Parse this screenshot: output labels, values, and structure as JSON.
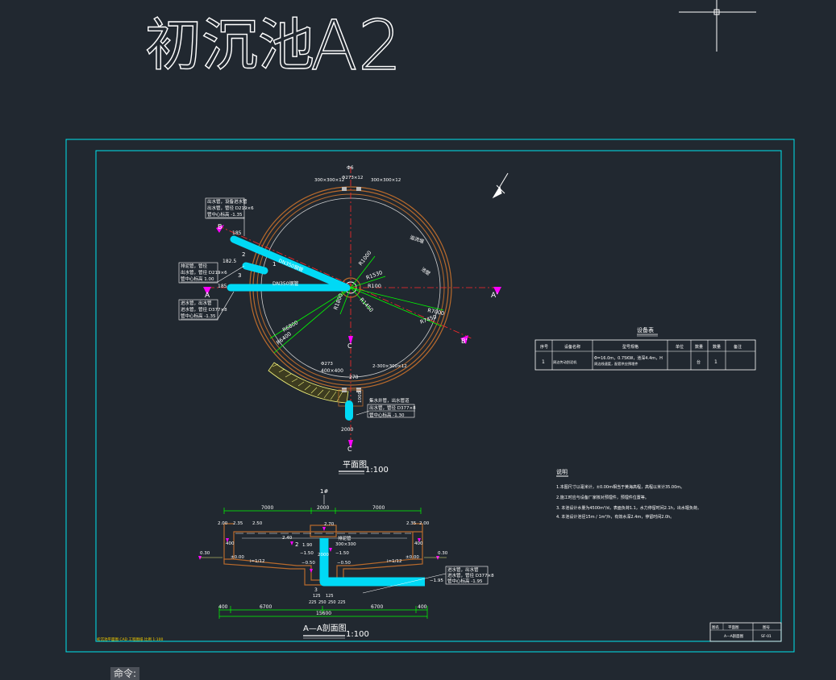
{
  "title": {
    "chinese": "初沉池",
    "code": "A2"
  },
  "plan": {
    "title": "平面图",
    "scale": "1:100",
    "labels": {
      "north_top": "Φ6",
      "north_pipe_a": "Φ273×12",
      "north_box_left": "300×300×12",
      "north_box_right": "300×300×12",
      "r100": "R100",
      "r1000": "R1000",
      "r1450": "R1450",
      "r1530": "R1530",
      "r1800": "R1800",
      "r7000": "R7000",
      "r7450": "R7450",
      "r6800": "R6800",
      "r6400": "R6400",
      "dn_in": "DN350钢管",
      "dn_out": "DN350钢管",
      "inlet_num_1": "1",
      "inlet_num_2": "2",
      "inlet_num_3": "3",
      "dim_185a": "185",
      "dim_1825": "182.5",
      "dim_185b": "185",
      "note_b_line1": "出水管，设备进水管",
      "note_b_line2": "出水管，管径 D219×6",
      "note_b_line3": "管中心标高 -1.35",
      "note_2_line1": "排泥管，管径",
      "note_2_line2": "出水管，管径 D219×6",
      "note_2_line3": "管中心标高 1.00",
      "note_a_line1": "进水管，出水管",
      "note_a_line2": "进水管，管径 D377×8",
      "note_a_line3": "管中心标高 -1.35",
      "section_a": "A",
      "section_a_prime": "A'",
      "section_b": "B",
      "section_b_prime": "B'",
      "section_c": "C",
      "section_c_prime": "C",
      "south_pipe": "Φ273",
      "south_box": "400×400",
      "south_dim": "270",
      "south_right_box": "2-300×300×12",
      "south_note1": "集水井管，出水管道",
      "south_note2": "出水管，管径 D377×8",
      "south_note3": "管中心标高 -1.30",
      "south_dim_v": "1000",
      "south_width": "2000",
      "weir_label": "溢流堰",
      "wall_label": "池壁"
    }
  },
  "section": {
    "title": "A—A剖面图",
    "scale": "1:100",
    "mark_top": "1#",
    "dims_top": [
      "7000",
      "2000",
      "7000"
    ],
    "dims_bottom_total": "15600",
    "dims_bottom": [
      "400",
      "6700",
      "6700",
      "400"
    ],
    "center_dims": [
      "125",
      "125",
      "225",
      "250",
      "250",
      "225"
    ],
    "levels": {
      "left_top": "2.00",
      "left_2": "2.35",
      "left_3": "2.50",
      "right_top": "2.00",
      "right_2": "2.35",
      "lvl_240": "2.40",
      "lvl_190": "1.90",
      "lvl_270": "2.70",
      "lvl_m150a": "−1.50",
      "lvl_m150b": "−1.50",
      "lvl_m050a": "−0.50",
      "lvl_m050b": "−0.50",
      "lvl_000": "±0.00",
      "lvl_030l": "0.30",
      "lvl_030r": "0.30",
      "lvl_000r": "±0.00",
      "lvl_400l": "400",
      "lvl_400r": "400",
      "lvl_m195": "−1.95",
      "slope_l": "i=1/12",
      "slope_r": "i=1/12",
      "center_box": "300×300",
      "center_top": "2000",
      "num_2": "2",
      "num_3": "3"
    },
    "notes": {
      "outlet1": "进水管，出水管",
      "outlet2": "进水管，管径 D377×8",
      "outlet3": "管中心标高 -1.95",
      "top_note": "排泥管"
    }
  },
  "equipment_table": {
    "title": "设备表",
    "headers": [
      "序号",
      "设备名称",
      "型号规格",
      "单位",
      "数量",
      "备注"
    ],
    "rows": [
      {
        "no": "1",
        "name": "周边传动刮泥机",
        "spec1": "Φ=16.0m，0.75KW，池深4.4m，H",
        "spec2": "周边线速度，配套供应预埋件",
        "unit": "台",
        "qty": "1",
        "note": ""
      }
    ]
  },
  "notes": {
    "heading": "说明",
    "lines": [
      "1.本图尺寸以毫米计，±0.00m相当于黄海高程，高程以米计35.00m。",
      "  2.施工时应与设备厂家核对预埋件，预埋件位置等。",
      "3. 本池设计水量为4500m³/d，表面负荷1.1，水力停留时间2.1h，出水堰负荷。",
      "4. 本池设计池径15m / 1m³/h，有效水深2.4m，停留时间2.0h。"
    ]
  },
  "title_block": {
    "label1": "图名",
    "value1": "平面图",
    "value1b": "A—A剖面图",
    "label2": "图号",
    "value2": "SF-01"
  },
  "footer_text": "初沉池平面图  CAD 工程图纸   比例 1:100",
  "command_bar": "命令:",
  "colors": {
    "background": "#212830",
    "frame_cyan": "#00e5ee",
    "white": "#ffffff",
    "pipe_cyan": "#00d9f5",
    "orange": "#b86a2c",
    "magenta": "#ff00ff",
    "green": "#00ff00",
    "red_axis": "#ff2a2a",
    "yellow": "#f2f27a",
    "gray_ring": "#c0c0c0"
  }
}
